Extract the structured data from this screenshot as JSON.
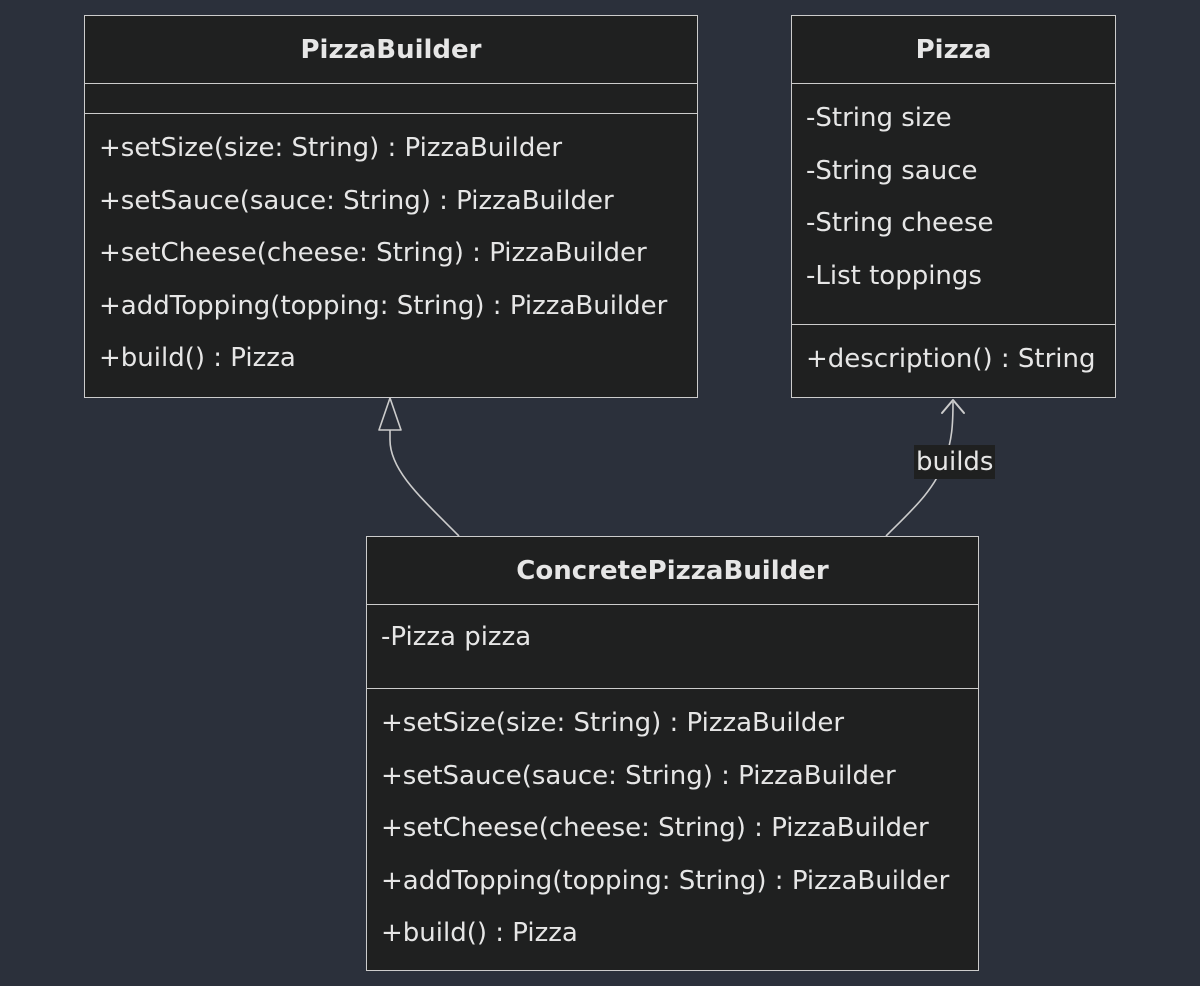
{
  "classes": {
    "pizza_builder": {
      "name": "PizzaBuilder",
      "attributes": [],
      "methods": [
        "+setSize(size: String) : PizzaBuilder",
        "+setSauce(sauce: String) : PizzaBuilder",
        "+setCheese(cheese: String) : PizzaBuilder",
        "+addTopping(topping: String) : PizzaBuilder",
        "+build() : Pizza"
      ]
    },
    "pizza": {
      "name": "Pizza",
      "attributes": [
        "-String size",
        "-String sauce",
        "-String cheese",
        "-List toppings"
      ],
      "methods": [
        "+description() : String"
      ]
    },
    "concrete_pizza_builder": {
      "name": "ConcretePizzaBuilder",
      "attributes": [
        "-Pizza pizza"
      ],
      "methods": [
        "+setSize(size: String) : PizzaBuilder",
        "+setSauce(sauce: String) : PizzaBuilder",
        "+setCheese(cheese: String) : PizzaBuilder",
        "+addTopping(topping: String) : PizzaBuilder",
        "+build() : Pizza"
      ]
    }
  },
  "relations": [
    {
      "from": "ConcretePizzaBuilder",
      "to": "PizzaBuilder",
      "kind": "inheritance",
      "label": ""
    },
    {
      "from": "ConcretePizzaBuilder",
      "to": "Pizza",
      "kind": "association",
      "label": "builds"
    }
  ],
  "colors": {
    "background": "#2b303b",
    "box_fill": "#1f2020",
    "box_border": "#cccccc",
    "text": "#e6e6e6",
    "edge": "#cccccc"
  }
}
